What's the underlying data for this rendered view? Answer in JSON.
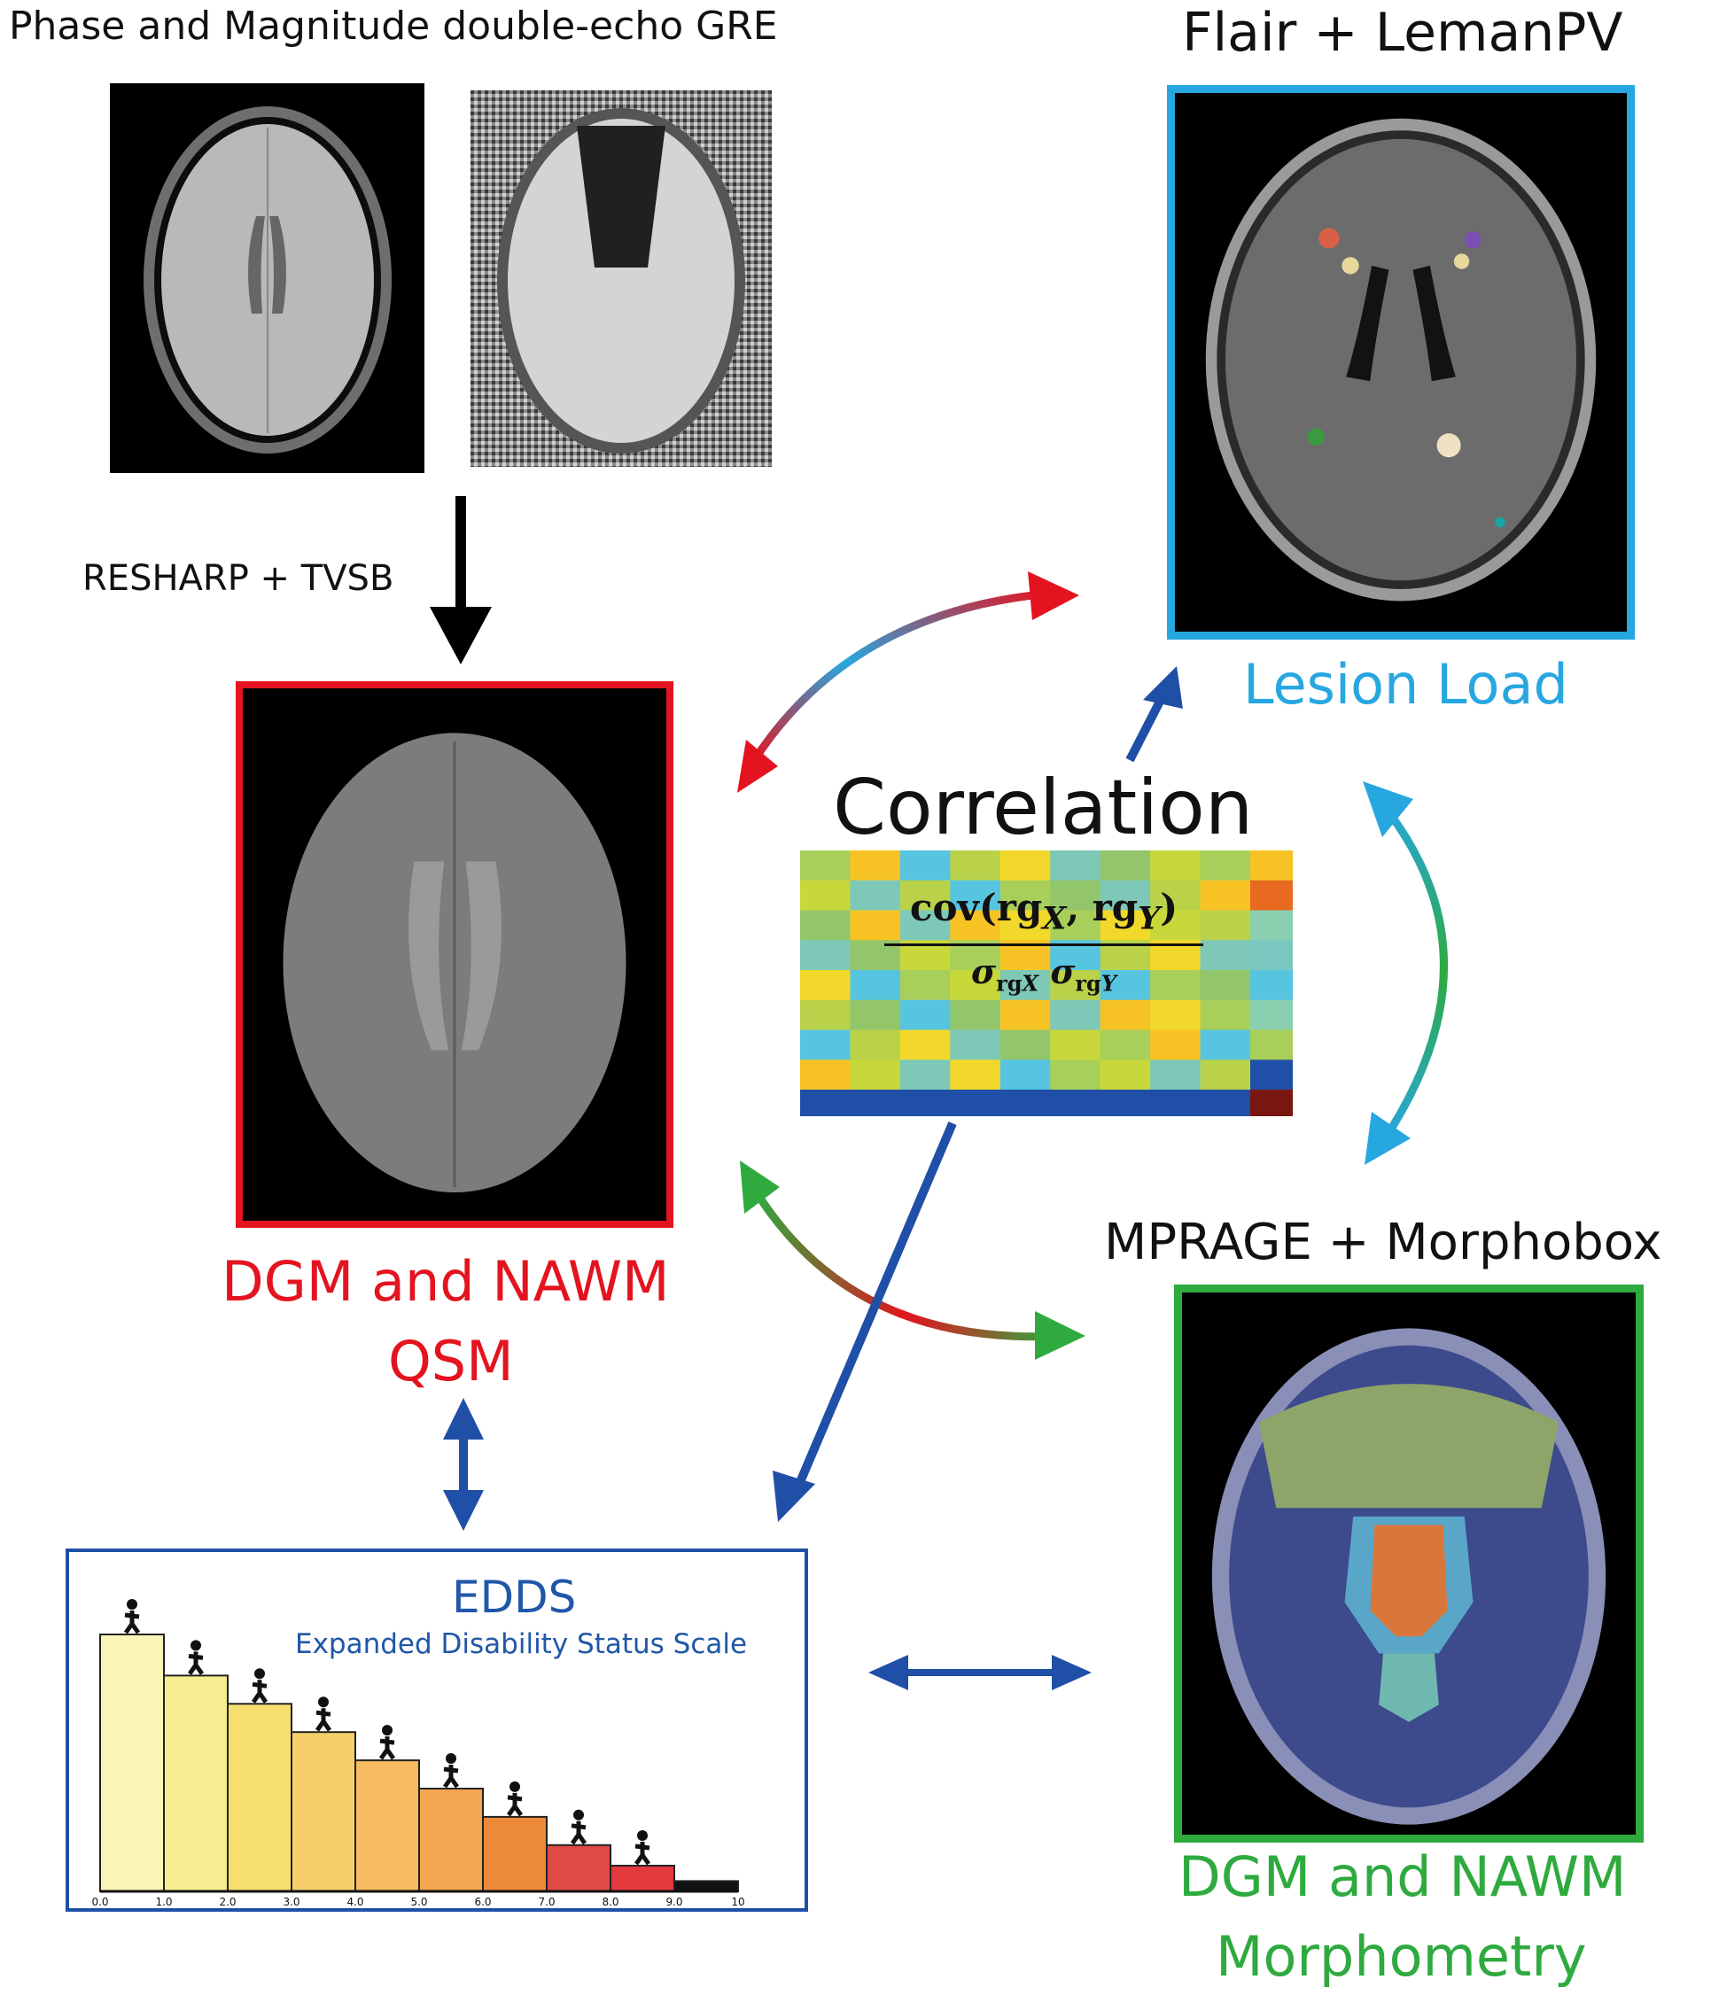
{
  "gre": {
    "title": "Phase and Magnitude double-echo GRE"
  },
  "processing": {
    "label": "RESHARP + TVSB"
  },
  "flair": {
    "title": "Flair + LemanPV",
    "output_label": "Lesion Load"
  },
  "qsm": {
    "output_line1": "DGM and NAWM",
    "output_line2": "QSM"
  },
  "mprage": {
    "title": "MPRAGE + Morphobox",
    "output_line1": "DGM and NAWM",
    "output_line2": "Morphometry"
  },
  "correlation": {
    "title": "Correlation",
    "formula_numerator": "cov(rg",
    "sub_x": "X",
    "comma": ", rg",
    "sub_y": "Y",
    "close": ")",
    "sigma": "σ",
    "rg": "rg"
  },
  "edss": {
    "title": "EDDS",
    "subtitle": "Expanded Disability Status Scale",
    "ticks": [
      "0.0",
      "1.0",
      "2.0",
      "3.0",
      "4.0",
      "5.0",
      "6.0",
      "7.0",
      "8.0",
      "9.0",
      "10"
    ],
    "steps": [
      1.0,
      0.84,
      0.73,
      0.62,
      0.51,
      0.4,
      0.29,
      0.18,
      0.1,
      0.04
    ],
    "step_colors": [
      "#fbf5b5",
      "#f7ed90",
      "#f6df6e",
      "#f7cf6a",
      "#f6bb5f",
      "#f3a650",
      "#ec8a3a",
      "#e04a44",
      "#e2393d",
      "#111111"
    ]
  },
  "colors": {
    "red": "#e3141f",
    "blue": "#27a7e0",
    "green": "#2eaa3f",
    "navy": "#1f4fa6",
    "edss_title": "#2057a8"
  }
}
